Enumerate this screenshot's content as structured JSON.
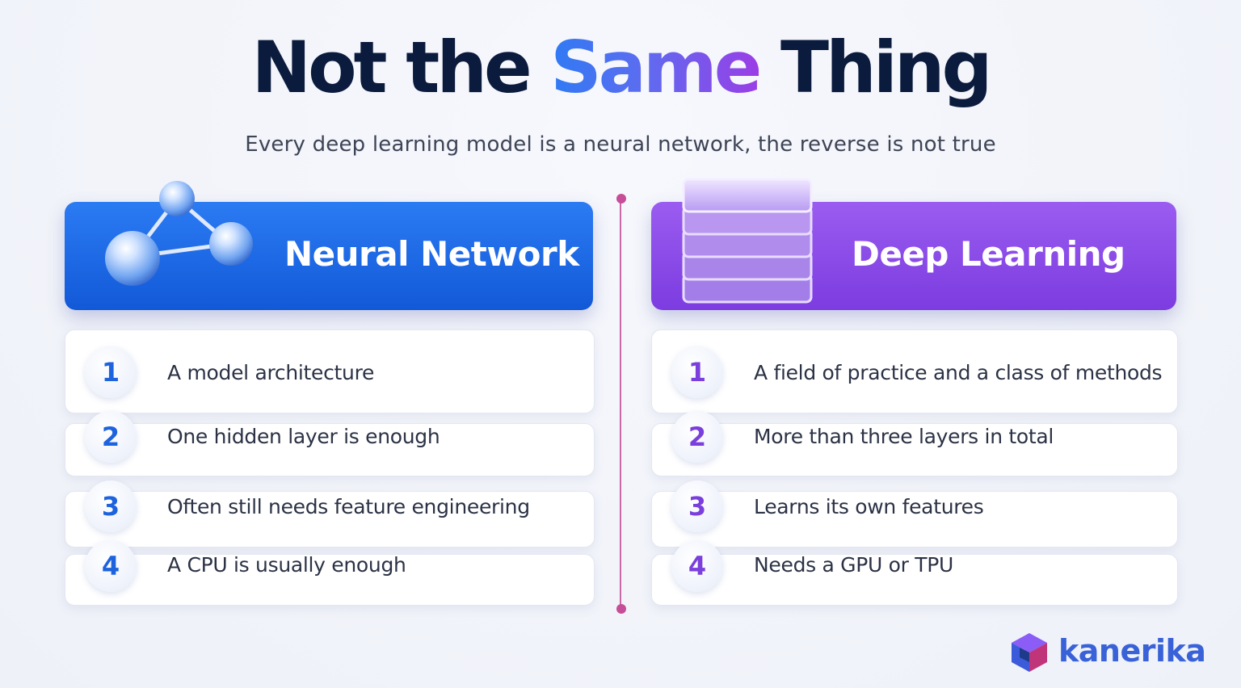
{
  "title": {
    "before": "Not the ",
    "accent": "Same",
    "after": " Thing"
  },
  "subtitle": "Every deep learning model is a neural network, the reverse is not true",
  "left": {
    "header": "Neural Network",
    "icon": "molecule-network-icon",
    "color": "#1e63de",
    "items": [
      {
        "num": "1",
        "text": "A model architecture"
      },
      {
        "num": "2",
        "text": "One hidden layer is enough"
      },
      {
        "num": "3",
        "text": "Often still needs feature engineering"
      },
      {
        "num": "4",
        "text": "A CPU is usually enough"
      }
    ]
  },
  "right": {
    "header": "Deep Learning",
    "icon": "stacked-layers-icon",
    "color": "#7a3fdc",
    "items": [
      {
        "num": "1",
        "text": "A field of practice and a class of methods"
      },
      {
        "num": "2",
        "text": "More than three layers in total"
      },
      {
        "num": "3",
        "text": "Learns its own features"
      },
      {
        "num": "4",
        "text": "Needs a GPU or TPU"
      }
    ]
  },
  "logo": {
    "text": "kanerika",
    "icon": "cube-logo-icon"
  }
}
